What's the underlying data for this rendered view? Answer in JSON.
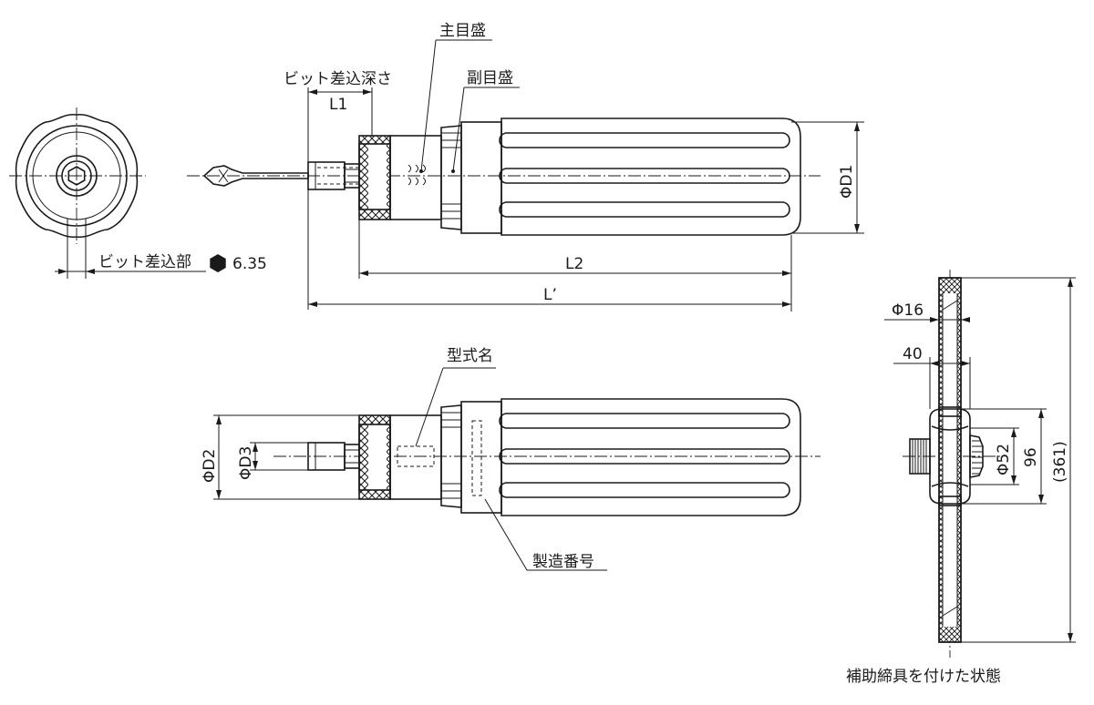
{
  "labels": {
    "main_scale": "主目盛",
    "sub_scale": "副目盛",
    "bit_insert_depth": "ビット差込深さ",
    "L1": "L1",
    "L2": "L2",
    "L_prime": "L’",
    "D1": "ΦD1",
    "D2": "ΦD2",
    "D3": "ΦD3",
    "bit_socket": "ビット差込部",
    "hex_size": "6.35",
    "model_name": "型式名",
    "serial_number": "製造番号",
    "phi16": "Φ16",
    "dim40": "40",
    "phi52": "Φ52",
    "dim96": "96",
    "dim361": "(361)",
    "caption": "補助締具を付けた状態"
  }
}
